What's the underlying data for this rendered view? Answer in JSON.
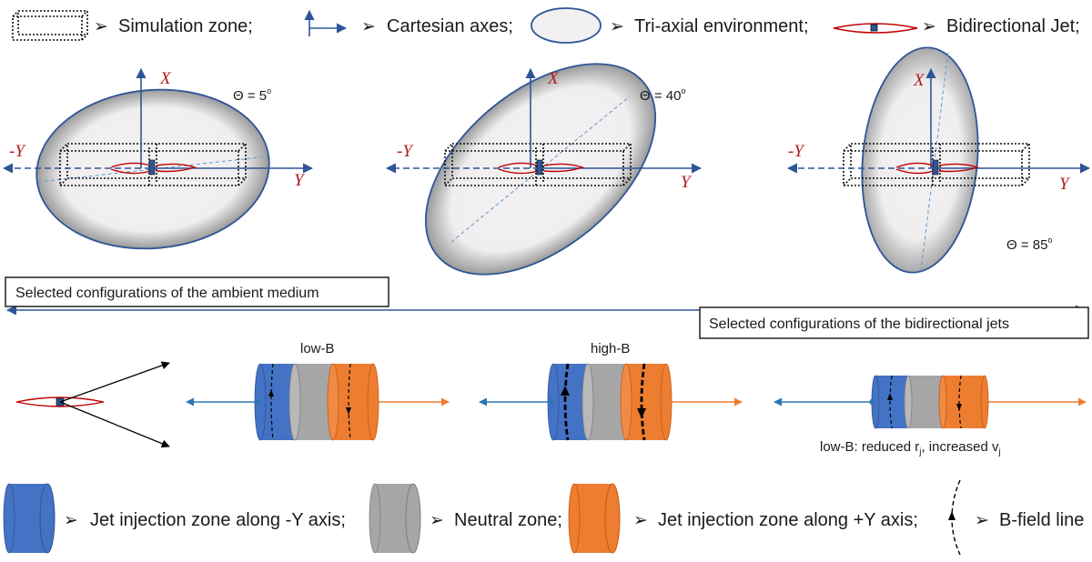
{
  "legend_top": {
    "simulation_zone": "Simulation zone;",
    "cartesian_axes": "Cartesian axes;",
    "triaxial_environment": "Tri-axial environment;",
    "bidirectional_jet": "Bidirectional Jet;"
  },
  "axes": {
    "x_label": "X",
    "y_label": "Y",
    "neg_y_label": "-Y"
  },
  "panels": [
    {
      "theta_label": "Θ = 5",
      "theta_sup": "o",
      "theta_deg": 5
    },
    {
      "theta_label": "Θ = 40",
      "theta_sup": "o",
      "theta_deg": 40
    },
    {
      "theta_label": "Θ = 85",
      "theta_sup": "o",
      "theta_deg": 85
    }
  ],
  "banners": {
    "ambient": "Selected configurations of the ambient medium",
    "jets": "Selected configurations of the bidirectional jets"
  },
  "jet_configs": {
    "low_b": "low-B",
    "high_b": "high-B",
    "reduced_prefix": "low-B: reduced r",
    "reduced_sub_r": "j",
    "reduced_mid": ", increased v",
    "reduced_sub_v": "j"
  },
  "legend_bottom": {
    "minus_y_zone": "Jet injection zone along -Y axis;",
    "neutral_zone": "Neutral zone;",
    "plus_y_zone": "Jet injection zone along +Y axis;",
    "b_field": "B-field line"
  },
  "colors": {
    "blue_zone": "#4472c4",
    "gray_zone": "#a6a6a6",
    "orange_zone": "#ed7d31",
    "axis_blue": "#2f5597",
    "jet_red": "#c00000",
    "arrow_blue": "#2e75b6",
    "arrow_orange": "#ed7d31"
  }
}
